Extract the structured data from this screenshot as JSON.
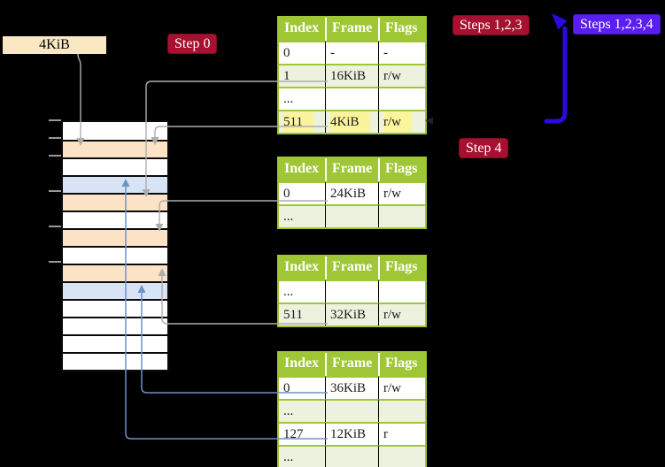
{
  "canvas": {
    "bg": "#000000"
  },
  "colors": {
    "bg": "#000000",
    "table_green": "#9FC735",
    "table_row_shade": "#ECF2DD",
    "highlight_yellow": "#FCF49B",
    "memory_white": "#FFFFFF",
    "memory_peach": "#FCE3C6",
    "memory_blue": "#D8E4F5",
    "cream_label": "#FAE8C4",
    "crimson_badge": "#A8102F",
    "violet_badge": "#5A1EF2",
    "big_arrow_blue": "#2A0AE0",
    "connector_gray": "#ADADAD",
    "connector_steel_blue": "#7092C4",
    "tick_gray": "#999999"
  },
  "frame_label": {
    "text": "4KiB"
  },
  "badges": {
    "step0": {
      "label": "Step 0"
    },
    "steps123": {
      "label": "Steps 1,2,3"
    },
    "steps1234": {
      "label": "Steps 1,2,3,4"
    },
    "step4": {
      "label": "Step 4"
    }
  },
  "memory": {
    "cells": [
      {
        "fill": "white"
      },
      {
        "fill": "peach"
      },
      {
        "fill": "white"
      },
      {
        "fill": "blue"
      },
      {
        "fill": "peach"
      },
      {
        "fill": "white"
      },
      {
        "fill": "peach"
      },
      {
        "fill": "white"
      },
      {
        "fill": "peach"
      },
      {
        "fill": "blue"
      },
      {
        "fill": "white"
      },
      {
        "fill": "white"
      },
      {
        "fill": "white"
      },
      {
        "fill": "white"
      }
    ]
  },
  "tables": [
    {
      "id": "page-table-1",
      "headers": [
        "Index",
        "Frame",
        "Flags"
      ],
      "rows": [
        {
          "cells": [
            "0",
            "-",
            "-"
          ],
          "shade": false,
          "highlight": false
        },
        {
          "cells": [
            "1",
            "16KiB",
            "r/w"
          ],
          "shade": true,
          "highlight": false
        },
        {
          "cells": [
            "...",
            "",
            ""
          ],
          "shade": false,
          "highlight": false
        },
        {
          "cells": [
            "511",
            "4KiB",
            "r/w"
          ],
          "shade": true,
          "highlight": true
        }
      ]
    },
    {
      "id": "page-table-2",
      "headers": [
        "Index",
        "Frame",
        "Flags"
      ],
      "rows": [
        {
          "cells": [
            "0",
            "24KiB",
            "r/w"
          ],
          "shade": false,
          "highlight": false
        },
        {
          "cells": [
            "...",
            "",
            ""
          ],
          "shade": true,
          "highlight": false
        }
      ]
    },
    {
      "id": "page-table-3",
      "headers": [
        "Index",
        "Frame",
        "Flags"
      ],
      "rows": [
        {
          "cells": [
            "...",
            "",
            ""
          ],
          "shade": false,
          "highlight": false
        },
        {
          "cells": [
            "511",
            "32KiB",
            "r/w"
          ],
          "shade": true,
          "highlight": false
        }
      ]
    },
    {
      "id": "page-table-4",
      "headers": [
        "Index",
        "Frame",
        "Flags"
      ],
      "rows": [
        {
          "cells": [
            "0",
            "36KiB",
            "r/w"
          ],
          "shade": false,
          "highlight": false
        },
        {
          "cells": [
            "...",
            "",
            ""
          ],
          "shade": true,
          "highlight": false
        },
        {
          "cells": [
            "127",
            "12KiB",
            "r"
          ],
          "shade": false,
          "highlight": false
        },
        {
          "cells": [
            "...",
            "",
            ""
          ],
          "shade": true,
          "highlight": false
        }
      ]
    }
  ]
}
